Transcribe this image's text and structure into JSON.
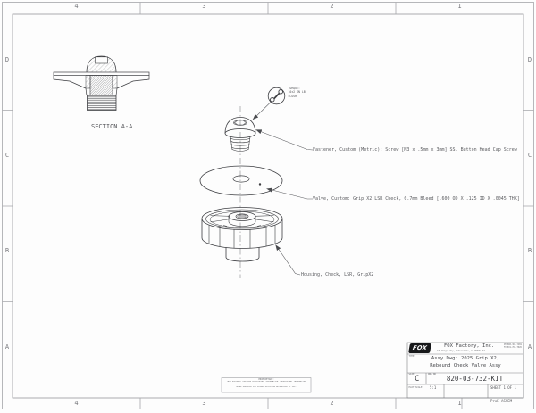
{
  "zones": {
    "top": [
      "4",
      "3",
      "2",
      "1"
    ],
    "bottom": [
      "4",
      "3",
      "2",
      "1"
    ],
    "left": [
      "D",
      "C",
      "B",
      "A"
    ],
    "right": [
      "D",
      "C",
      "B",
      "A"
    ]
  },
  "section": {
    "label": "SECTION A-A"
  },
  "callouts": {
    "torque_line1": "TORQUE:",
    "torque_line2": "10±2 IN LB",
    "torque_line3": "FLUSH",
    "fastener": "Fastener, Custom (Metric): Screw [M3 x .5mm x 3mm] SS, Button Head Cap Screw",
    "valve": "Valve, Custom: Grip X2 LSR Check, 0.7mm Bleed [.600 OD X .125 ID X .0045 THK]",
    "housing": "Housing, Check, LSR, GripX2"
  },
  "title_block": {
    "logo": "FOX",
    "company": "FOX Factory, Inc.",
    "address": "130 Hangar Way, Watsonville, CA 95076 USA",
    "phone1": "PH 800-369-7469",
    "phone2": "FX 831-768-7026",
    "type_label": "TYPE",
    "title_line1": "Assy Dwg: 2025 Grip X2,",
    "title_line2": "Rebound Check Valve Assy",
    "size_label": "SIZE",
    "size": "C",
    "dwg_no_label": "DWG NO",
    "dwg_no": "820-03-732-KIT",
    "plot_scale_label": "PLOT SCALE",
    "plot_scale": "5:1",
    "sheet_text": "SHEET 1 OF 1",
    "footer": "ProE ASSEM"
  },
  "proprietary": {
    "line1": "PROPRIETARY:",
    "line2": "THIS DOCUMENT CONTAINS PROPRIETARY INFORMATION. PROPRIETARY INFORMATION",
    "line3": "MAY NOT BE USED, DISCLOSED OR DUPLICATED IN WHOLE OR IN PART FOR ANY PURPOSE",
    "line4": "OR BE EMPLOYED FOR OTHERS EXCEPT AS AUTHORIZED BY FOX."
  },
  "colors": {
    "line": "#3d3e42",
    "border": "#9a9a9e",
    "text": "#55565a",
    "logo_black": "#17181a"
  }
}
